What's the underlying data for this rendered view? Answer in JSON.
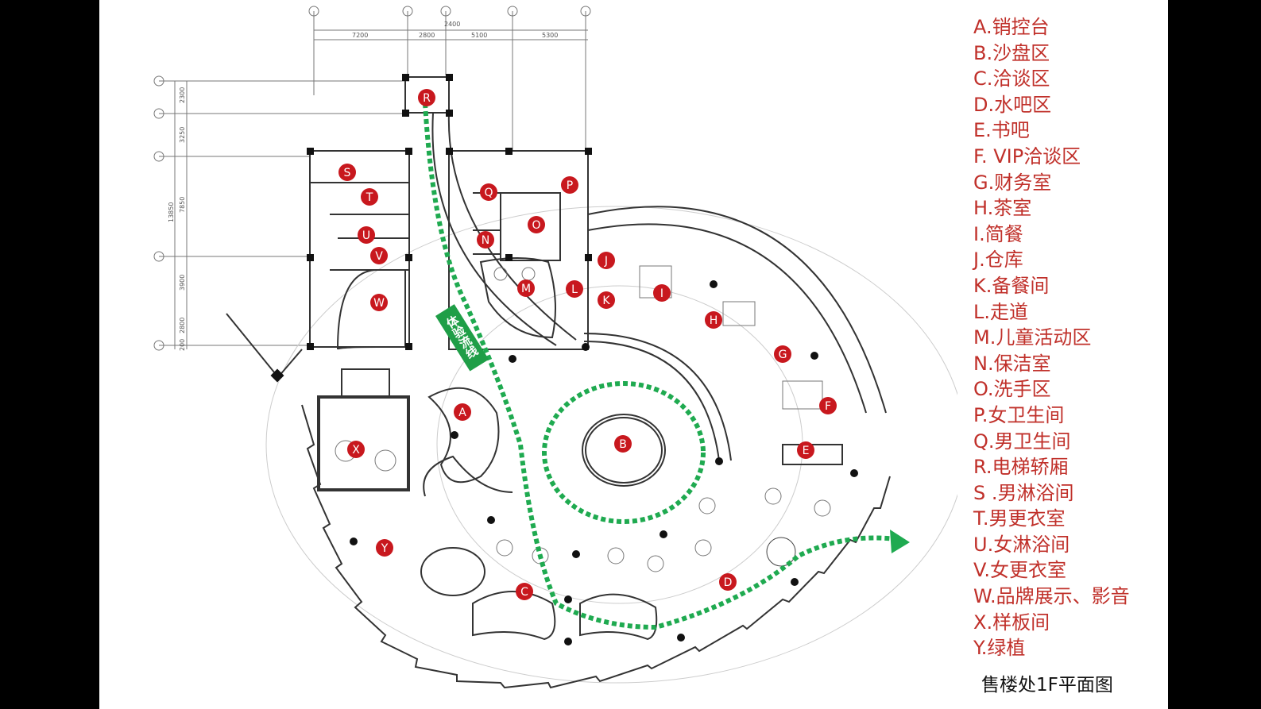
{
  "title": "售楼处1F平面图",
  "route_label": "体验流线",
  "colors": {
    "legend_text": "#c0302a",
    "marker_fill": "#c8181e",
    "route": "#1faa50",
    "line": "#333333",
    "background": "#000000"
  },
  "dimensions": {
    "top": [
      "7200",
      "2800",
      "2400",
      "5100",
      "5300"
    ],
    "left": [
      "2300",
      "3250",
      "13850",
      "7850",
      "3900",
      "2800",
      "200"
    ]
  },
  "legend": [
    "A.销控台",
    "B.沙盘区",
    "C.洽谈区",
    "D.水吧区",
    "E.书吧",
    "F. VIP洽谈区",
    "G.财务室",
    "H.茶室",
    "I.简餐",
    "J.仓库",
    "K.备餐间",
    "L.走道",
    "M.儿童活动区",
    "N.保洁室",
    "O.洗手区",
    "P.女卫生间",
    "Q.男卫生间",
    "R.电梯轿厢",
    "S .男淋浴间",
    "T.男更衣室",
    "U.女淋浴间",
    "V.女更衣室",
    "W.品牌展示、影音",
    "X.样板间",
    "Y.绿植"
  ],
  "markers": [
    "R",
    "S",
    "T",
    "U",
    "V",
    "W",
    "Q",
    "P",
    "O",
    "N",
    "M",
    "L",
    "J",
    "K",
    "I",
    "H",
    "G",
    "F",
    "E",
    "A",
    "B",
    "X",
    "Y",
    "C",
    "D"
  ]
}
